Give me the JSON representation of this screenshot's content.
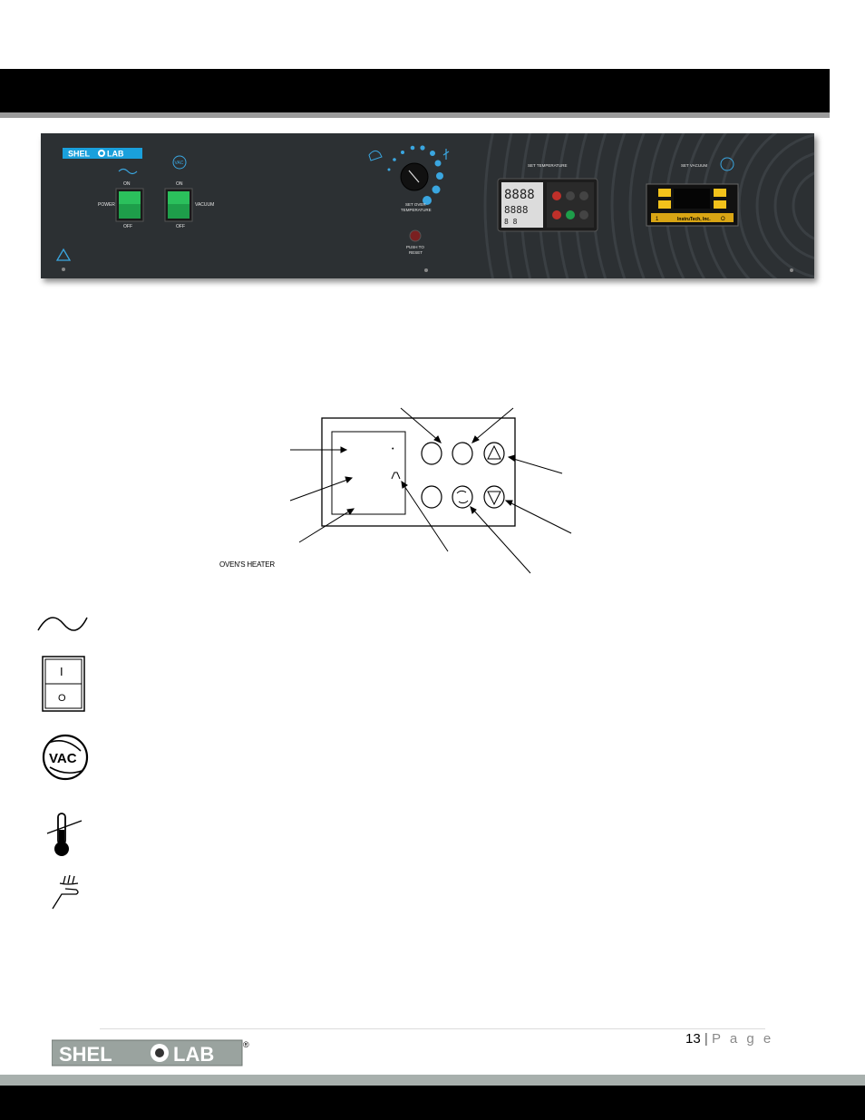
{
  "panel": {
    "brand": "SHEL",
    "brand2": "LAB",
    "power_on": "ON",
    "power_off": "OFF",
    "power_label": "POWER",
    "vacuum_on": "ON",
    "vacuum_off": "OFF",
    "vacuum_label": "VACUUM",
    "vac_badge": "VAC",
    "set_over_1": "SET OVER",
    "set_over_2": "TEMPERATURE",
    "push_1": "PUSH TO",
    "push_2": "RESET",
    "set_temperature": "SET TEMPERATURE",
    "set_vacuum": "SET VACUUM",
    "gauge_brand": "InstruTech, Inc.",
    "gauge_left": "1",
    "gauge_right": "O",
    "display_top": "8888",
    "display_bottom": "8888",
    "display_small": "8 8"
  },
  "diagram": {
    "heater_label": "OVEN'S HEATER",
    "dot": "•"
  },
  "symbols": {
    "switch_on": "I",
    "switch_off": "O",
    "vac": "VAC"
  },
  "footer": {
    "page_num": "13",
    "separator": "|",
    "page_word": "P a g e",
    "logo_left": "SHEL",
    "logo_right": "LAB",
    "logo_mark": "®"
  },
  "colors": {
    "header_bar": "#000000",
    "panel_bg": "#2c3033",
    "accent_blue": "#3aa6e0",
    "switch_green": "#1e9e4a",
    "gauge_yellow": "#f2c21b"
  }
}
